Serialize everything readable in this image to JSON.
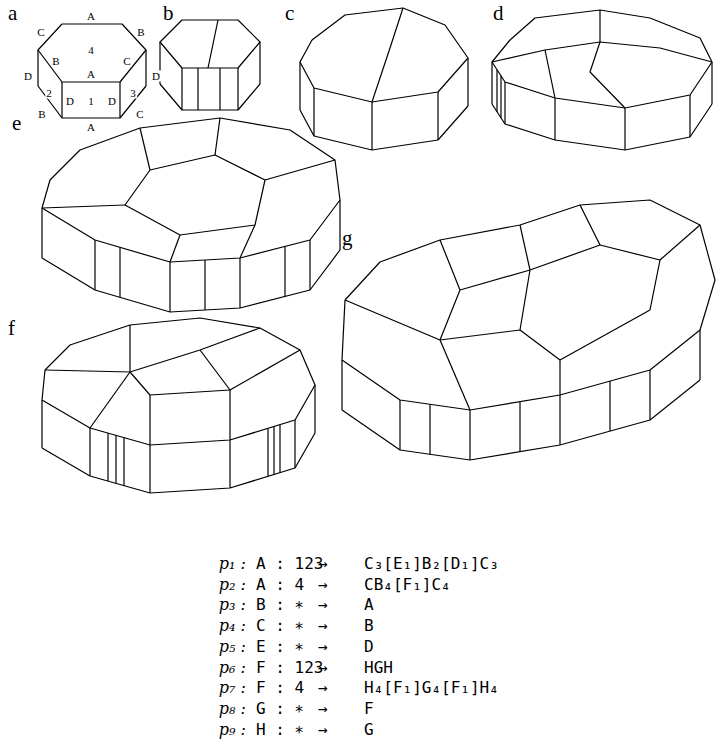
{
  "diagram": {
    "labels": [
      "a",
      "A",
      "C",
      "B",
      "4",
      "B",
      "C",
      "D",
      "A",
      "D",
      "2",
      "D",
      "1",
      "D",
      "3",
      "B",
      "C",
      "A",
      "b",
      "c",
      "d",
      "e",
      "g",
      "f",
      "p₁ :",
      "A : 123",
      "→",
      "C₃[E₁]B₂[D₁]C₃",
      "p₂ :",
      "A : 4",
      "→",
      "CB₄[F₁]C₄",
      "p₃ :",
      "B : ∗",
      "→",
      "A",
      "p₄ :",
      "C : ∗",
      "→",
      "B",
      "p₅ :",
      "E : ∗",
      "→",
      "D",
      "p₆ :",
      "F : 123",
      "→",
      "HGH",
      "p₇ :",
      "F : 4",
      "→",
      "H₄[F₁]G₄[F₁]H₄",
      "p₈ :",
      "G : ∗",
      "→",
      "F",
      "p₉ :",
      "H : ∗",
      "→",
      "G"
    ]
  }
}
